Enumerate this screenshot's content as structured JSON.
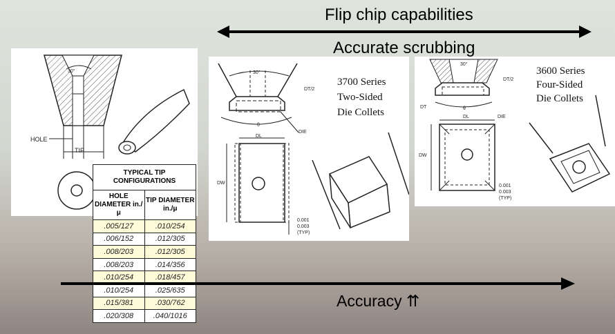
{
  "header": {
    "title": "Flip chip capabilities",
    "subtitle": "Accurate scrubbing"
  },
  "footer": {
    "accuracy_label": "Accuracy",
    "accuracy_symbol": "⇈"
  },
  "panel_left": {
    "hole_label": "HOLE",
    "tip_label": "TIP",
    "angle_label": "30°"
  },
  "collet_3700": {
    "series": "3700 Series",
    "line2": "Two-Sided",
    "line3": "Die Collets",
    "labels": {
      "angle": "30°",
      "dt": "DT/2",
      "theta": "θ",
      "die": "DIE",
      "dl": "DL",
      "dw": "DW",
      "dim1": "0.001",
      "dim2": "0.003",
      "typ": "(TYP)"
    }
  },
  "collet_3600": {
    "series": "3600 Series",
    "line2": "Four-Sided",
    "line3": "Die Collets",
    "labels": {
      "angle": "30°",
      "dt": "DT/2",
      "dt2": "DT",
      "theta": "θ",
      "die": "DIE",
      "dl": "DL",
      "dw": "DW",
      "dim1": "0.001",
      "dim2": "0.003",
      "typ": "(TYP)"
    }
  },
  "table": {
    "title_line1": "TYPICAL TIP",
    "title_line2": "CONFIGURATIONS",
    "headers": [
      "HOLE DIAMETER in./μ",
      "TIP DIAMETER in./μ"
    ],
    "rows": [
      [
        ".005/127",
        ".010/254"
      ],
      [
        ".006/152",
        ".012/305"
      ],
      [
        ".008/203",
        ".012/305"
      ],
      [
        ".008/203",
        ".014/356"
      ],
      [
        ".010/254",
        ".018/457"
      ],
      [
        ".010/254",
        ".025/635"
      ],
      [
        ".015/381",
        ".030/762"
      ],
      [
        ".020/308",
        ".040/1016"
      ]
    ],
    "highlighted": [
      0,
      2,
      4,
      6
    ]
  }
}
